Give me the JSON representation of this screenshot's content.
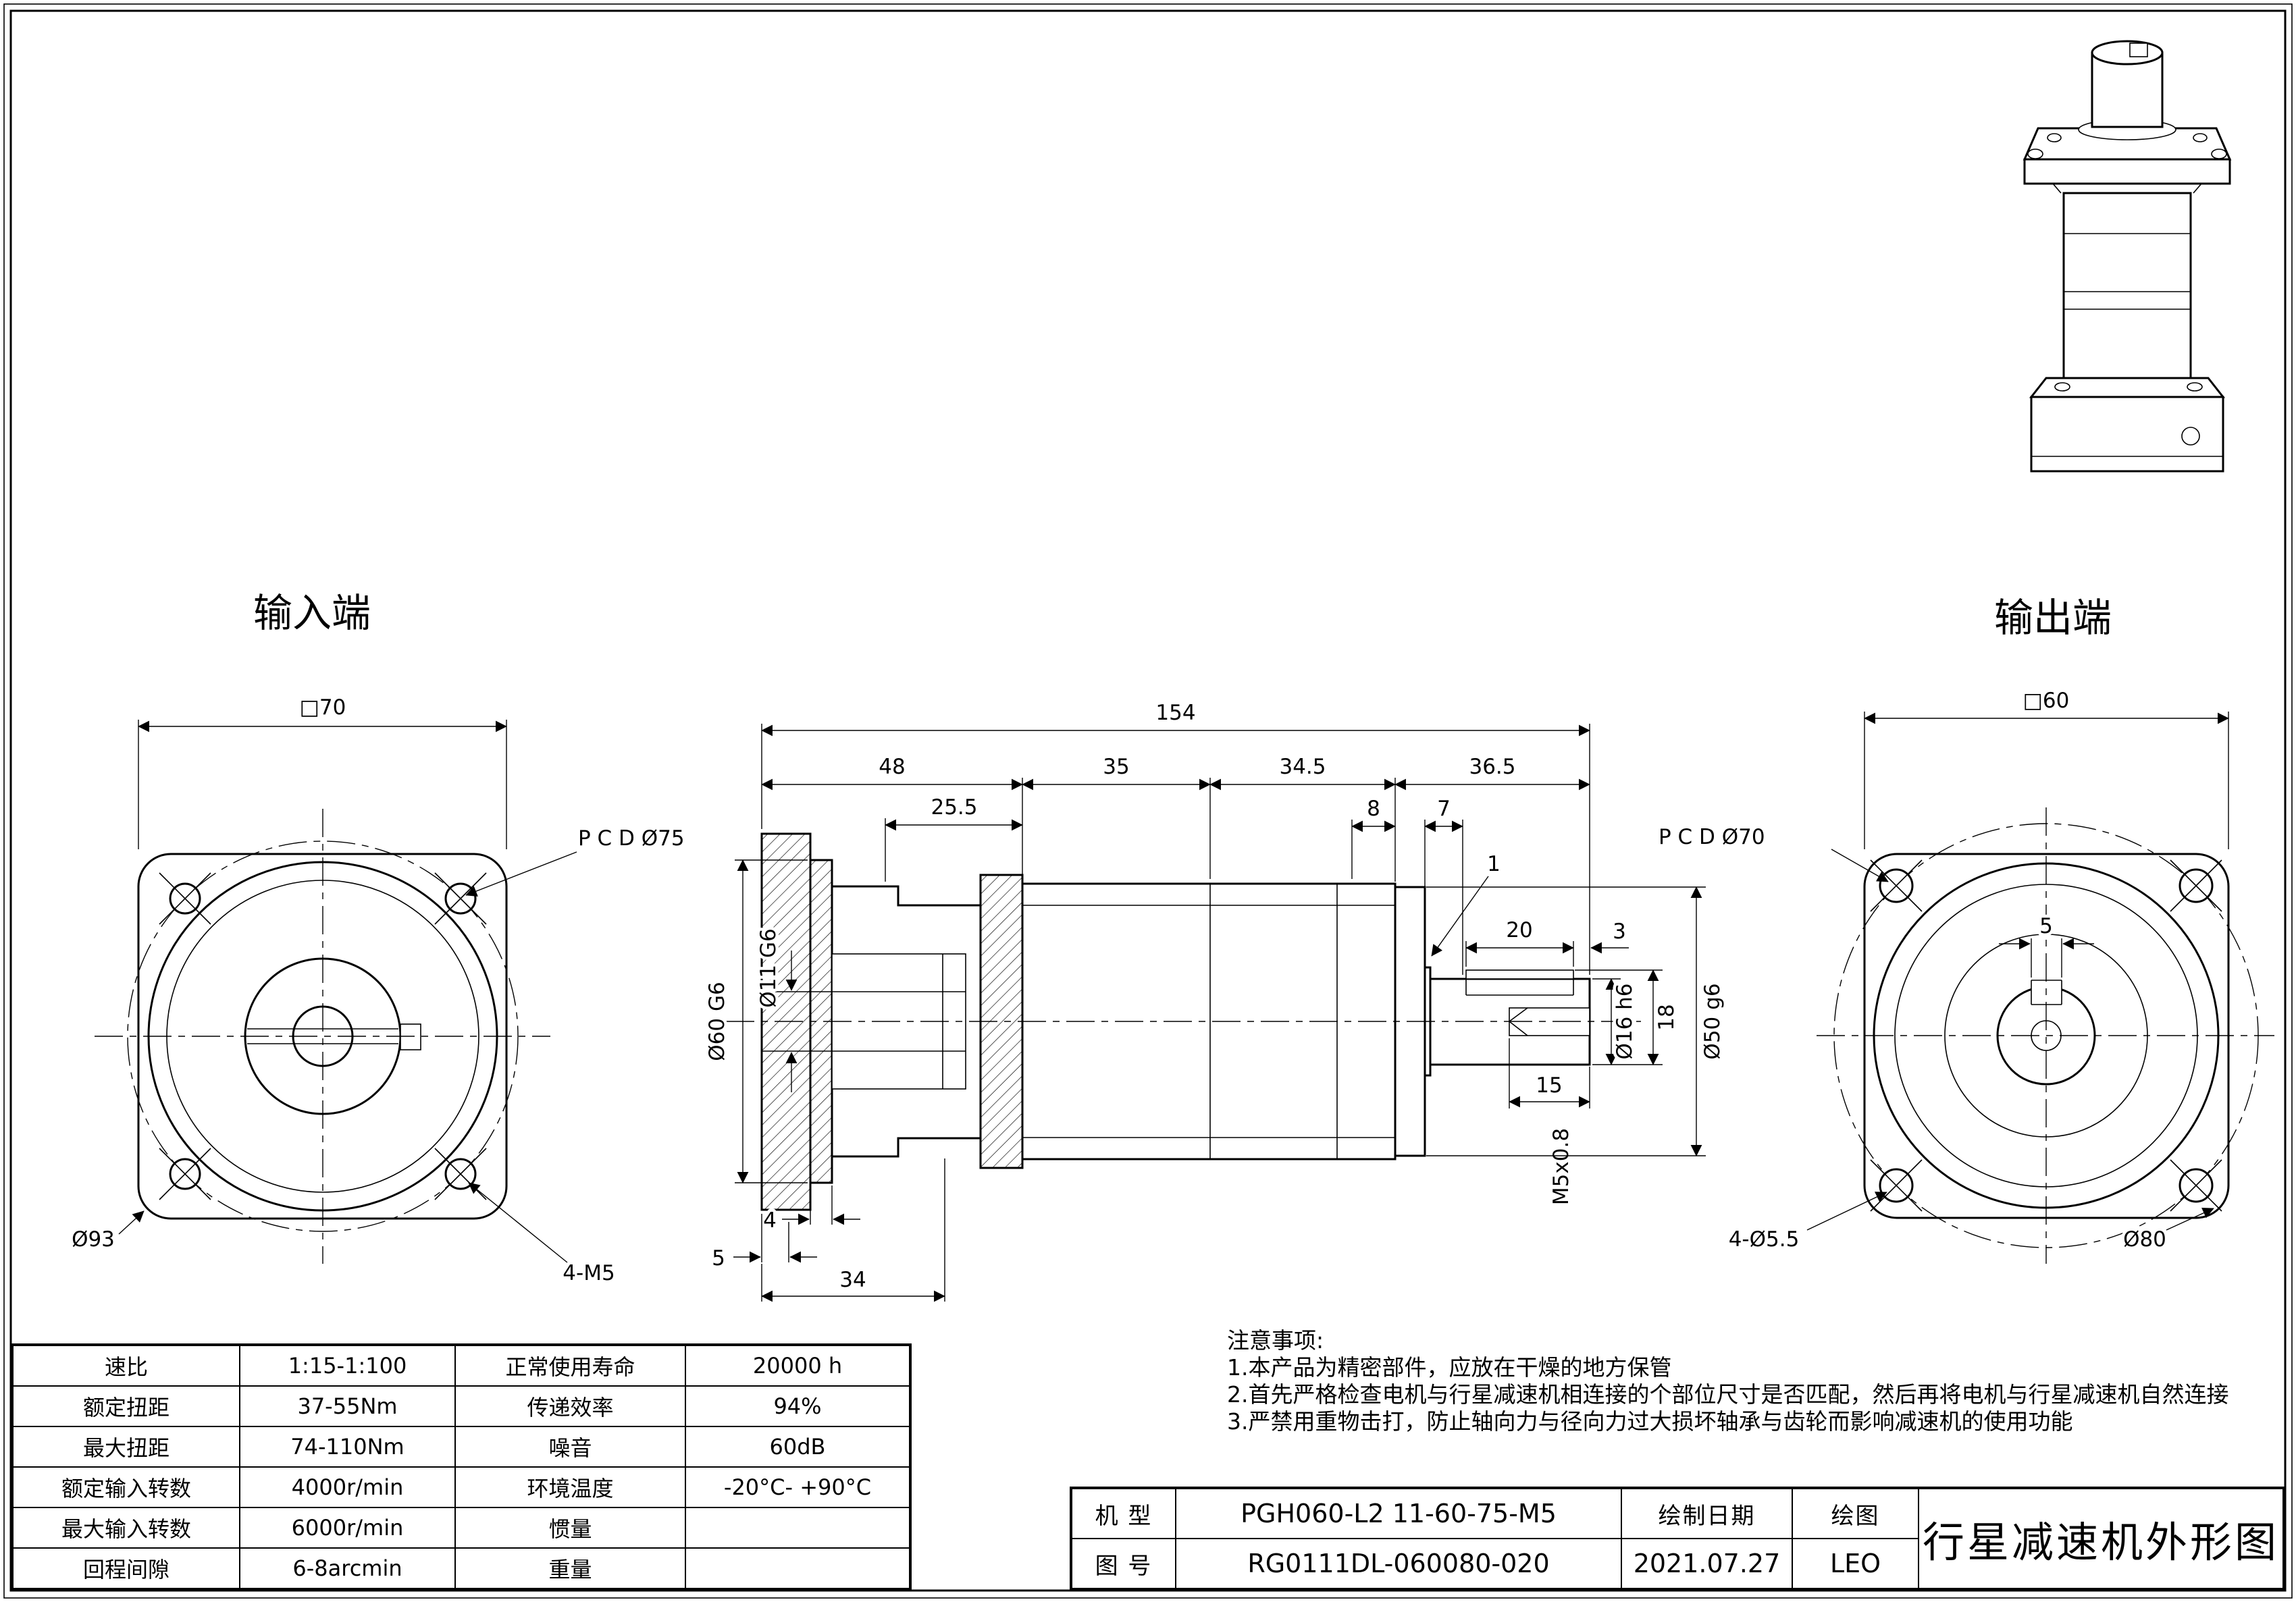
{
  "sheet": {
    "labels": {
      "input_end": "输入端",
      "output_end": "输出端"
    }
  },
  "input_view": {
    "dim_square": "□70",
    "dim_pcd": "P C D Ø75",
    "dim_outer": "Ø93",
    "dim_screws": "4-M5"
  },
  "section_view": {
    "dim_total": "154",
    "dim_seg1": "48",
    "dim_seg2": "35",
    "dim_seg3": "34.5",
    "dim_seg4": "36.5",
    "dim_255": "25.5",
    "dim_8": "8",
    "dim_7": "7",
    "dim_1": "1",
    "dim_key_len": "20",
    "dim_key_end": "3",
    "dim_pilot": "Ø60 G6",
    "dim_bore": "Ø11 G6",
    "dim_shaft": "Ø16 h6",
    "dim_18": "18",
    "dim_flange_pilot": "Ø50 g6",
    "dim_tap_depth": "15",
    "dim_thread": "M5x0.8",
    "dim_4": "4",
    "dim_5": "5",
    "dim_34": "34"
  },
  "output_view": {
    "dim_square": "□60",
    "dim_pcd": "P C D Ø70",
    "dim_key_width": "5",
    "dim_screws": "4-Ø5.5",
    "dim_outer": "Ø80"
  },
  "spec_table": {
    "rows": [
      [
        "速比",
        "1:15-1:100",
        "正常使用寿命",
        "20000 h"
      ],
      [
        "额定扭距",
        "37-55Nm",
        "传递效率",
        "94%"
      ],
      [
        "最大扭距",
        "74-110Nm",
        "噪音",
        "60dB"
      ],
      [
        "额定输入转数",
        "4000r/min",
        "环境温度",
        "-20°C- +90°C"
      ],
      [
        "最大输入转数",
        "6000r/min",
        "惯量",
        ""
      ],
      [
        "回程间隙",
        "6-8arcmin",
        "重量",
        ""
      ]
    ]
  },
  "notes": {
    "title": "注意事项:",
    "items": [
      "1.本产品为精密部件，应放在干燥的地方保管",
      "2.首先严格检查电机与行星减速机相连接的个部位尺寸是否匹配，然后再将电机与行星减速机自然连接",
      "3.严禁用重物击打，防止轴向力与径向力过大损坏轴承与齿轮而影响减速机的使用功能"
    ]
  },
  "title_block": {
    "model_label": "机 型",
    "model_value": "PGH060-L2 11-60-75-M5",
    "no_label": "图 号",
    "no_value": "RG0111DL-060080-020",
    "date_label": "绘制日期",
    "date_value": "2021.07.27",
    "author_label": "绘图",
    "author_value": "LEO",
    "drawing_title": "行星减速机外形图"
  }
}
